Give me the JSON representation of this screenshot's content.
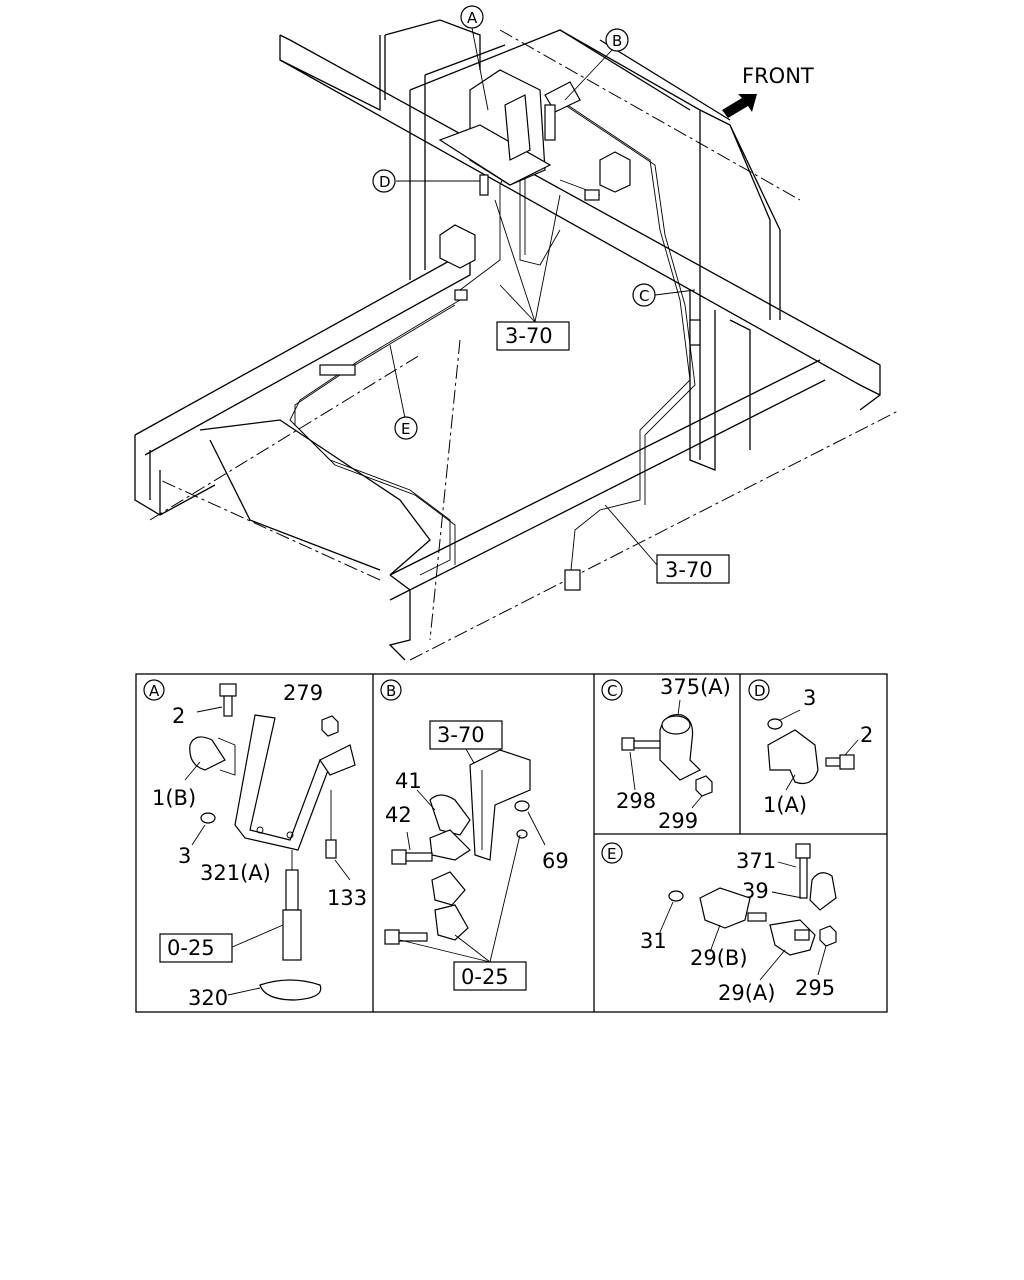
{
  "front_label": "FRONT",
  "overview": {
    "callouts": [
      "A",
      "B",
      "C",
      "D",
      "E"
    ],
    "refs": [
      "3-70",
      "3-70"
    ]
  },
  "details": {
    "A": {
      "letter": "A",
      "labels": [
        "2",
        "279",
        "1(B)",
        "3",
        "321(A)",
        "133"
      ],
      "refs": [
        "0-25"
      ],
      "tail_label": "320"
    },
    "B": {
      "letter": "B",
      "labels": [
        "41",
        "42",
        "69"
      ],
      "refs": [
        "3-70",
        "0-25"
      ]
    },
    "C": {
      "letter": "C",
      "labels": [
        "375(A)",
        "298",
        "299"
      ]
    },
    "D": {
      "letter": "D",
      "labels": [
        "3",
        "2",
        "1(A)"
      ]
    },
    "E": {
      "letter": "E",
      "labels": [
        "371",
        "39",
        "31",
        "29(B)",
        "29(A)",
        "295"
      ]
    }
  }
}
